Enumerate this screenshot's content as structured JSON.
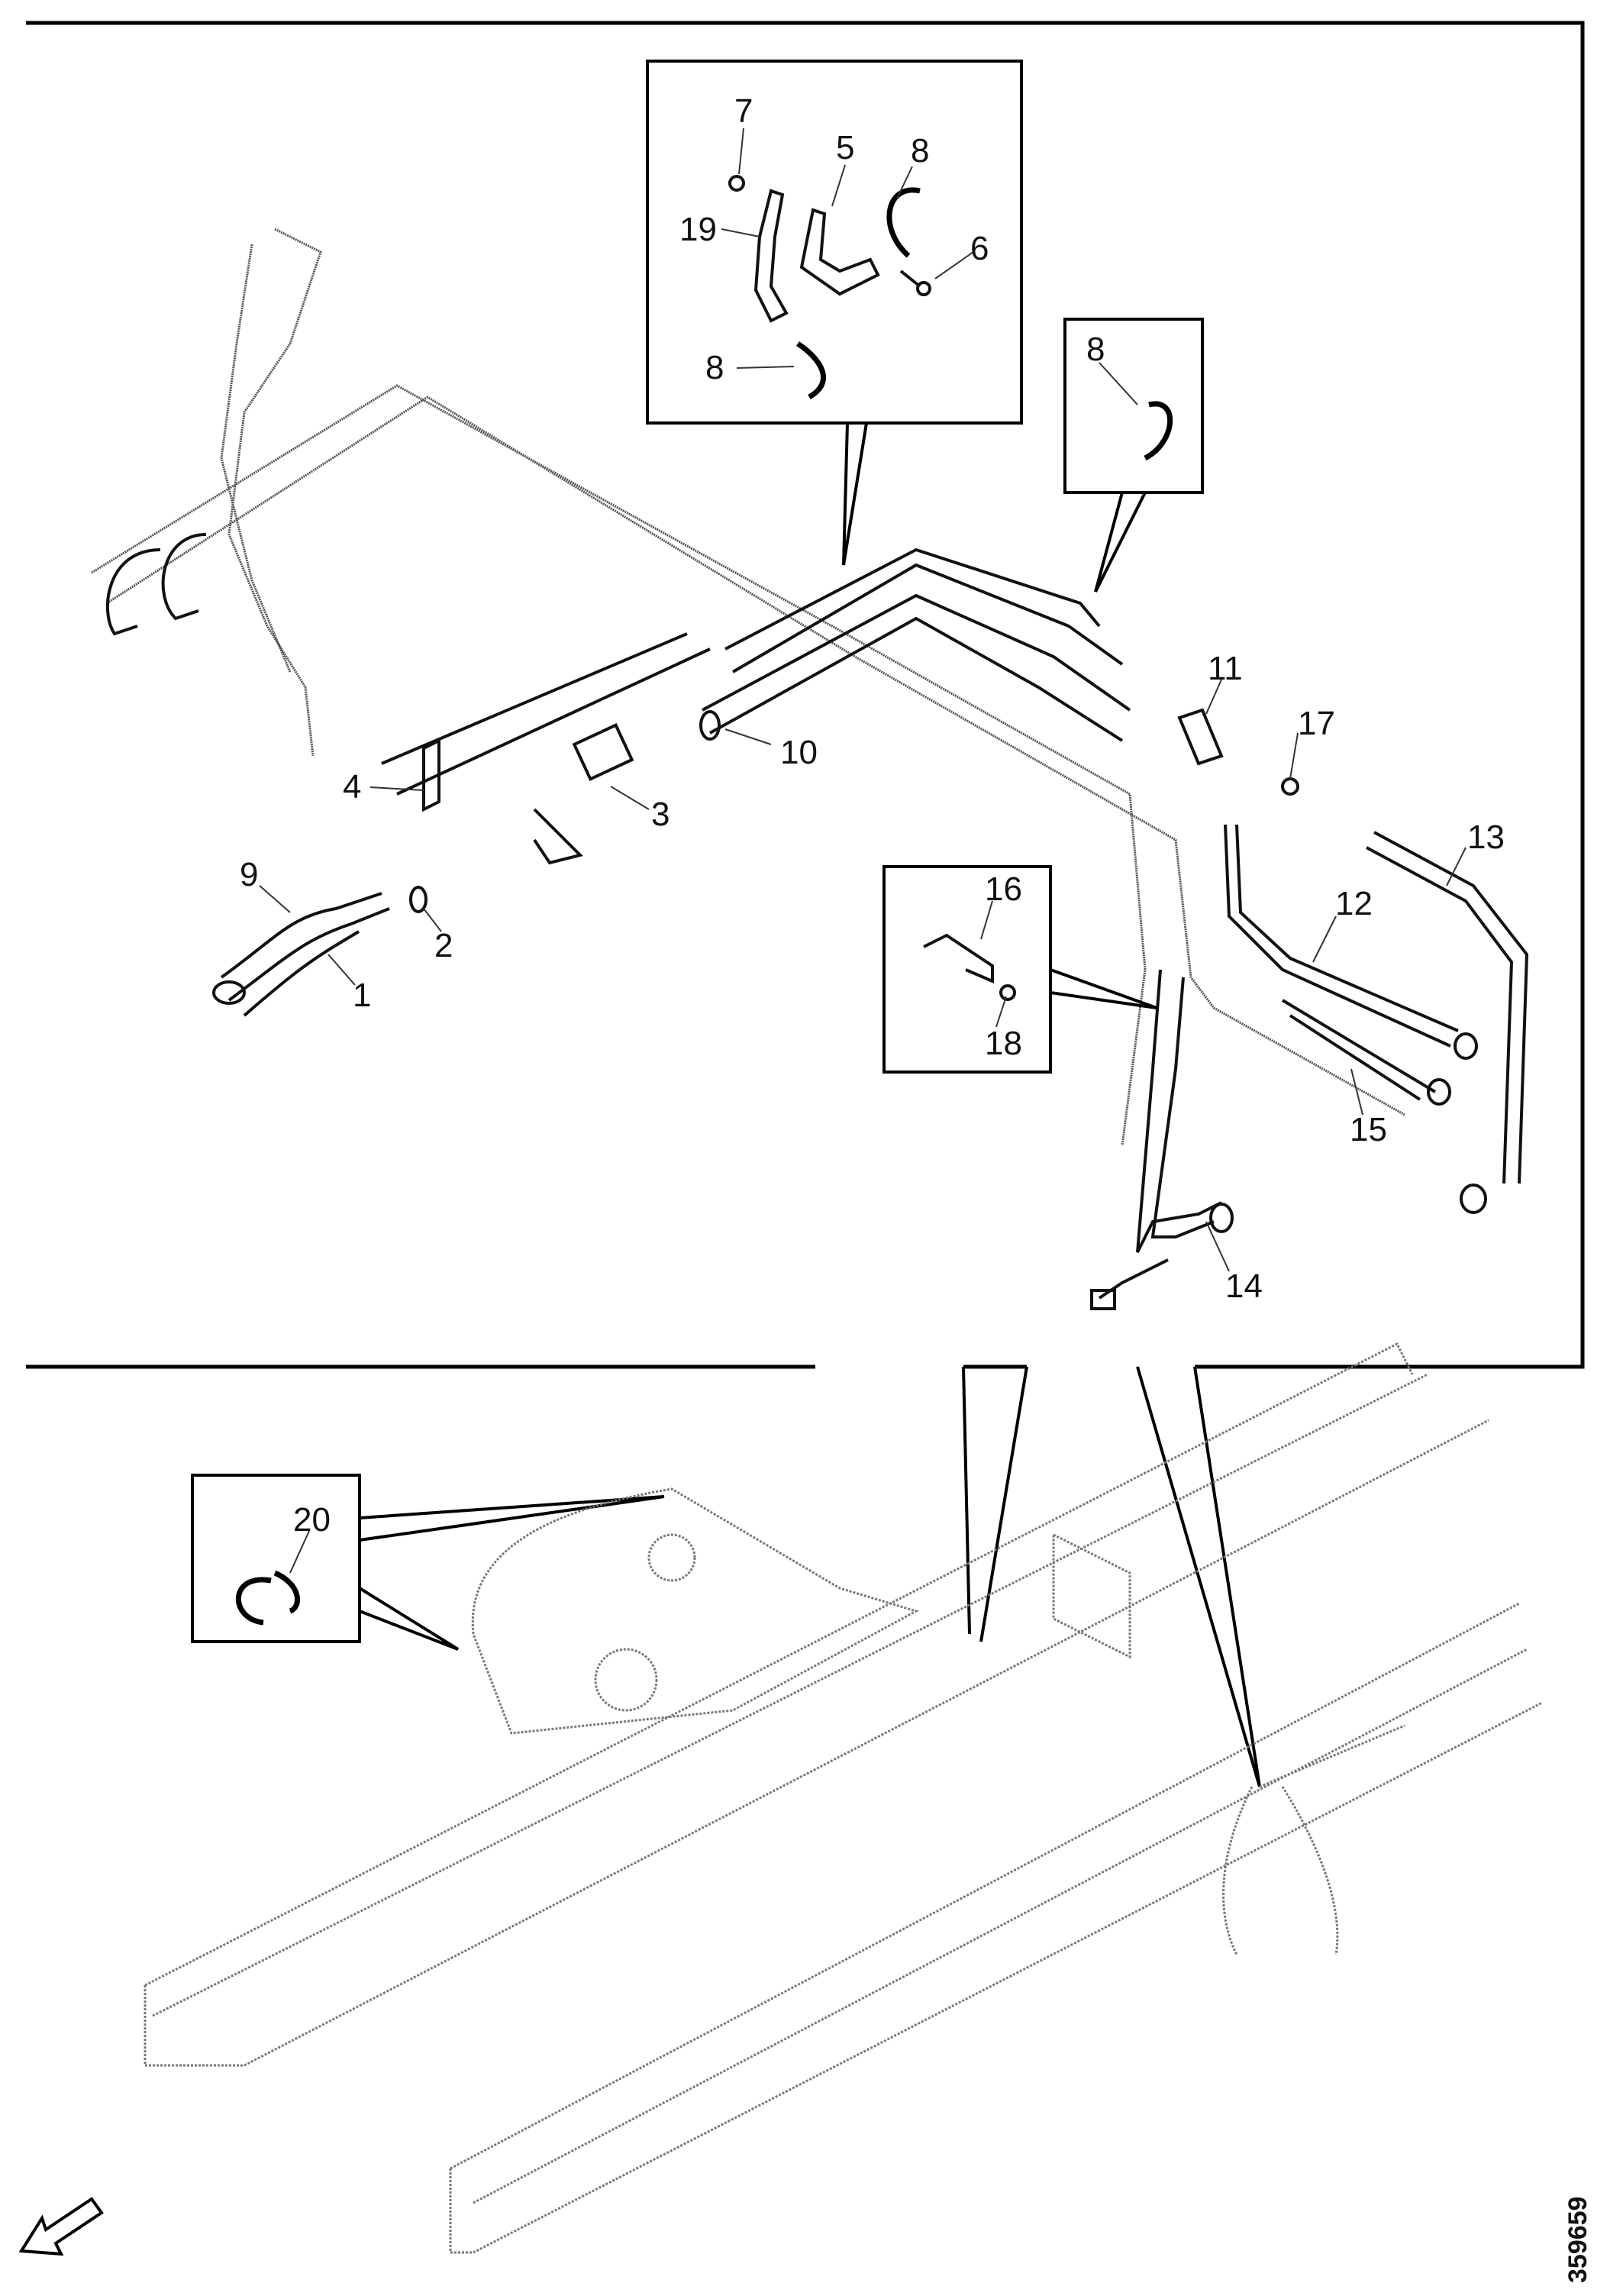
{
  "diagram": {
    "type": "exploded-parts-diagram",
    "document_id": "359659",
    "callouts": [
      {
        "id": "7",
        "label": "7"
      },
      {
        "id": "5",
        "label": "5"
      },
      {
        "id": "8a",
        "label": "8"
      },
      {
        "id": "19",
        "label": "19"
      },
      {
        "id": "6",
        "label": "6"
      },
      {
        "id": "8b",
        "label": "8"
      },
      {
        "id": "8c",
        "label": "8"
      },
      {
        "id": "11",
        "label": "11"
      },
      {
        "id": "17",
        "label": "17"
      },
      {
        "id": "10",
        "label": "10"
      },
      {
        "id": "4",
        "label": "4"
      },
      {
        "id": "3",
        "label": "3"
      },
      {
        "id": "9",
        "label": "9"
      },
      {
        "id": "2",
        "label": "2"
      },
      {
        "id": "1",
        "label": "1"
      },
      {
        "id": "13",
        "label": "13"
      },
      {
        "id": "12",
        "label": "12"
      },
      {
        "id": "16",
        "label": "16"
      },
      {
        "id": "18",
        "label": "18"
      },
      {
        "id": "15",
        "label": "15"
      },
      {
        "id": "14",
        "label": "14"
      },
      {
        "id": "20",
        "label": "20"
      }
    ],
    "insets": [
      {
        "name": "bracket-clamp-detail",
        "items": [
          "7",
          "5",
          "8",
          "19",
          "6",
          "8"
        ]
      },
      {
        "name": "ring-detail",
        "items": [
          "8"
        ]
      },
      {
        "name": "bracket-nut-detail",
        "items": [
          "16",
          "18"
        ]
      },
      {
        "name": "ring-detail-lower",
        "items": [
          "20"
        ]
      }
    ],
    "orientation_arrow": "front-direction-arrow"
  }
}
